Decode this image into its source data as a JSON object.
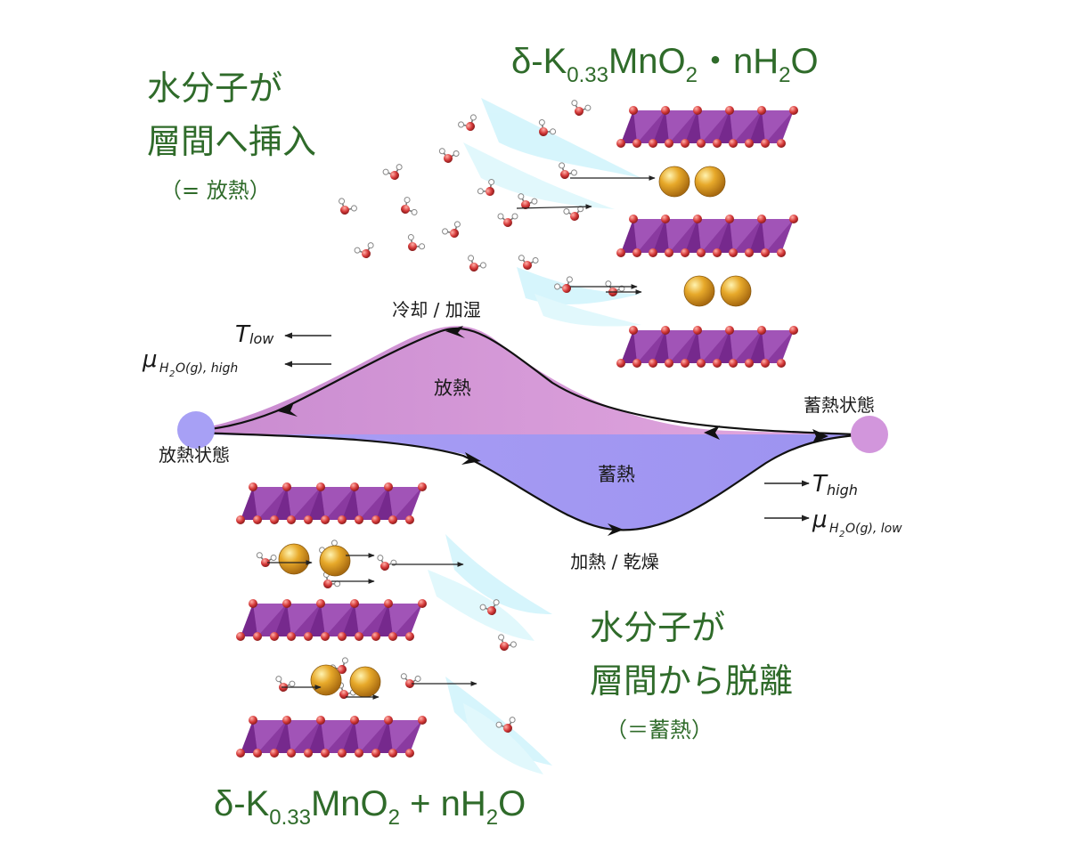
{
  "top_formula": {
    "main": "δ-K",
    "sub1": "0.33",
    "mid": "MnO",
    "sub2": "2",
    "dot": "・nH",
    "sub3": "2",
    "end": "O"
  },
  "bottom_formula": {
    "main": "δ-K",
    "sub1": "0.33",
    "mid": "MnO",
    "sub2": "2",
    "plus": " + nH",
    "sub3": "2",
    "end": "O"
  },
  "insert_label": {
    "line1": "水分子が",
    "line2": "層間へ挿入",
    "line3": "（= 放熱）"
  },
  "remove_label": {
    "line1": "水分子が",
    "line2": "層間から脱離",
    "line3": "（＝蓄熱）"
  },
  "cycle": {
    "cooling": "冷却 / 加湿",
    "heating": "加熱 / 乾燥",
    "release_region": "放熱",
    "storage_region": "蓄熱",
    "released_state": "放熱状態",
    "stored_state": "蓄熱状態"
  },
  "conditions_left": {
    "T": "T",
    "T_sub": "low",
    "mu": "μ",
    "mu_sub": "H",
    "mu_sub2": "2",
    "mu_sub3": "O(g), high"
  },
  "conditions_right": {
    "T": "T",
    "T_sub": "high",
    "mu": "μ",
    "mu_sub": "H",
    "mu_sub2": "2",
    "mu_sub3": "O(g), low"
  },
  "colors": {
    "title_green": "#2f6b2a",
    "release_fill": "#c98bd0",
    "storage_fill": "#a79cf2",
    "layer_purple": "#8a3aa0",
    "oxygen_red": "#d63a3a",
    "potassium_gold": "#e0a020",
    "water_stream": "#bff0fa"
  }
}
